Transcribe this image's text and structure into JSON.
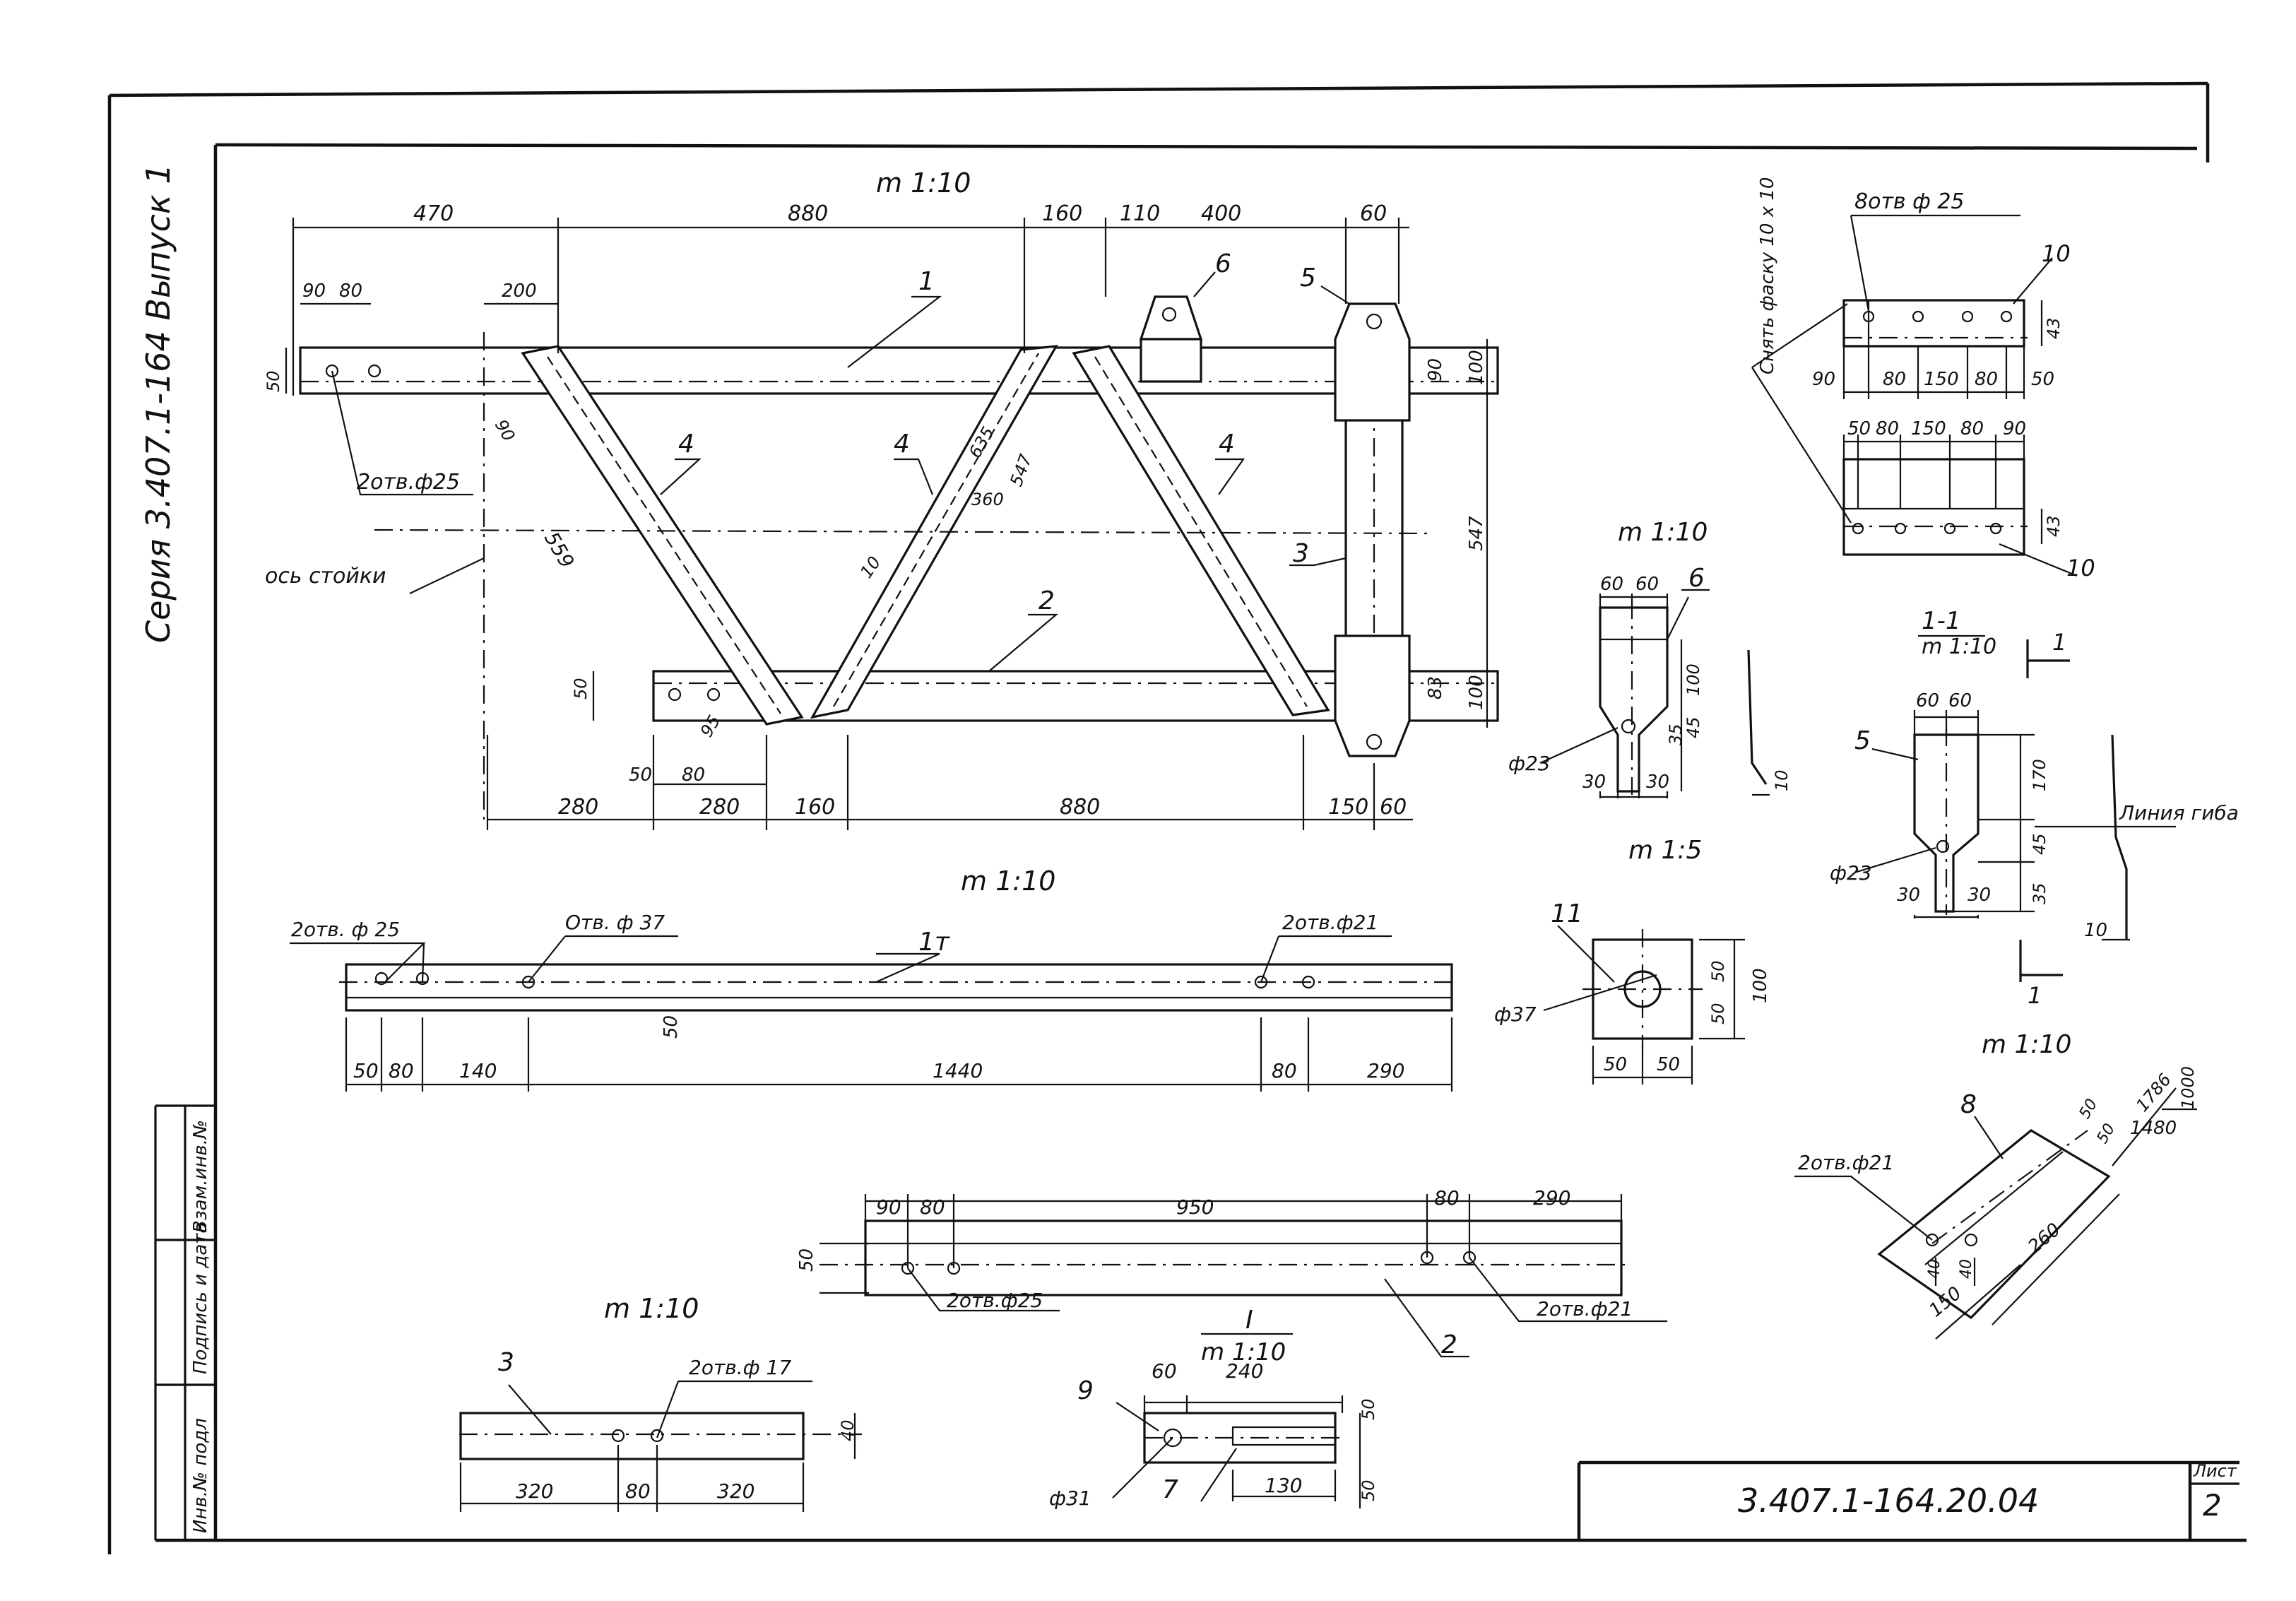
{
  "series_label": "Серия 3.407.1-164 Выпуск 1",
  "drawing_number": "3.407.1-164.20.04",
  "sheet": {
    "label": "Лист",
    "number": "2"
  },
  "side_stamp": {
    "col1": "Взам.инв.№",
    "col2": "Подпись и дата",
    "col3": "Инв.№ подл"
  },
  "scales": {
    "main": "m 1:10",
    "part1": "m 1:10",
    "part3": "m 1:10",
    "part6": "m 1:10",
    "part11": "m 1:5",
    "section": "1-1",
    "section_scale": "m 1:10",
    "detail": "I",
    "detail_scale": "m 1:10",
    "part8": "m 1:10"
  },
  "main_view": {
    "top_dims": [
      "470",
      "880",
      "160",
      "110",
      "400",
      "60"
    ],
    "left_dims": [
      "90",
      "80",
      "200"
    ],
    "bottom_dims": [
      "280",
      "280",
      "160",
      "880",
      "150",
      "60"
    ],
    "bottom_left_dims": [
      "50",
      "80"
    ],
    "right_dims": [
      "100",
      "90",
      "547",
      "83",
      "100"
    ],
    "small_dims": [
      "50",
      "50",
      "90",
      "95"
    ],
    "diag_dims": [
      "559",
      "635",
      "547",
      "360",
      "10"
    ],
    "holes_label": "2отв.ф25",
    "axis_label": "ось стойки",
    "marks": [
      "1",
      "2",
      "3",
      "4",
      "4",
      "4",
      "5",
      "6"
    ]
  },
  "part1": {
    "mark": "1т",
    "holes_left": "2отв. ф 25",
    "hole_mid": "Отв. ф 37",
    "holes_right": "2отв.ф21",
    "dims": [
      "50",
      "80",
      "140",
      "1440",
      "80",
      "290"
    ],
    "height": "50"
  },
  "part2": {
    "mark": "2",
    "dims": [
      "90",
      "80",
      "950",
      "80",
      "290"
    ],
    "height": "50",
    "holes_left": "2отв.ф25",
    "holes_right": "2отв.ф21"
  },
  "part3": {
    "mark": "3",
    "holes": "2отв.ф 17",
    "dims": [
      "320",
      "80",
      "320"
    ],
    "height": "40"
  },
  "detail": {
    "marks": [
      "9",
      "7"
    ],
    "dims": [
      "60",
      "240",
      "130"
    ],
    "side_dims": [
      "50",
      "50"
    ],
    "hole": "ф31"
  },
  "part6": {
    "mark": "6",
    "dims": [
      "60",
      "60",
      "100",
      "45",
      "35",
      "30",
      "30",
      "10"
    ],
    "hole": "ф23"
  },
  "part11": {
    "mark": "11",
    "hole": "ф37",
    "dims": [
      "50",
      "50",
      "100",
      "50",
      "50"
    ]
  },
  "section": {
    "mark": "5",
    "dims": [
      "60",
      "60",
      "170",
      "45",
      "35",
      "30",
      "30",
      "10"
    ],
    "hole": "ф23",
    "bend_label": "Линия гиба",
    "cut_marks": [
      "1",
      "1"
    ]
  },
  "part10": {
    "mark": "10",
    "holes": "8отв ф 25",
    "chamfer": "Снять фаску 10 x 10",
    "dims_top": [
      "90",
      "80",
      "150",
      "80",
      "50"
    ],
    "dims_bottom": [
      "50",
      "80",
      "150",
      "80",
      "90"
    ],
    "height": "43"
  },
  "part8": {
    "mark": "8",
    "holes": "2отв.ф21",
    "dims": [
      "1786",
      "1000",
      "1480",
      "50",
      "50",
      "260",
      "150",
      "40",
      "40"
    ]
  }
}
